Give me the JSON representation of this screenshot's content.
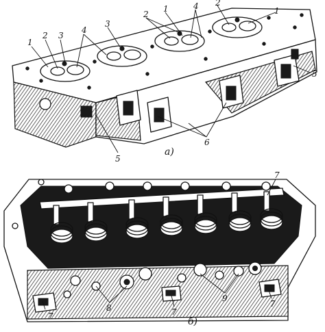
{
  "figure_a": {
    "caption": "а)",
    "callouts": [
      {
        "id": "a1",
        "text": "1"
      },
      {
        "id": "a2",
        "text": "2"
      },
      {
        "id": "a3",
        "text": "3"
      },
      {
        "id": "a4",
        "text": "4"
      },
      {
        "id": "a3b",
        "text": "3"
      },
      {
        "id": "a2b",
        "text": "2"
      },
      {
        "id": "a1b",
        "text": "1"
      },
      {
        "id": "a4b",
        "text": "4"
      },
      {
        "id": "a2c",
        "text": "2"
      },
      {
        "id": "a1c",
        "text": "1"
      },
      {
        "id": "a5r",
        "text": "5"
      },
      {
        "id": "a5l",
        "text": "5"
      },
      {
        "id": "a6",
        "text": "6"
      }
    ]
  },
  "figure_b": {
    "caption": "б)",
    "callouts": [
      {
        "id": "b7l",
        "text": "7"
      },
      {
        "id": "b8",
        "text": "8"
      },
      {
        "id": "b7m",
        "text": "7"
      },
      {
        "id": "b9",
        "text": "9"
      },
      {
        "id": "b7r",
        "text": "7"
      },
      {
        "id": "b7tr",
        "text": "7"
      }
    ]
  }
}
